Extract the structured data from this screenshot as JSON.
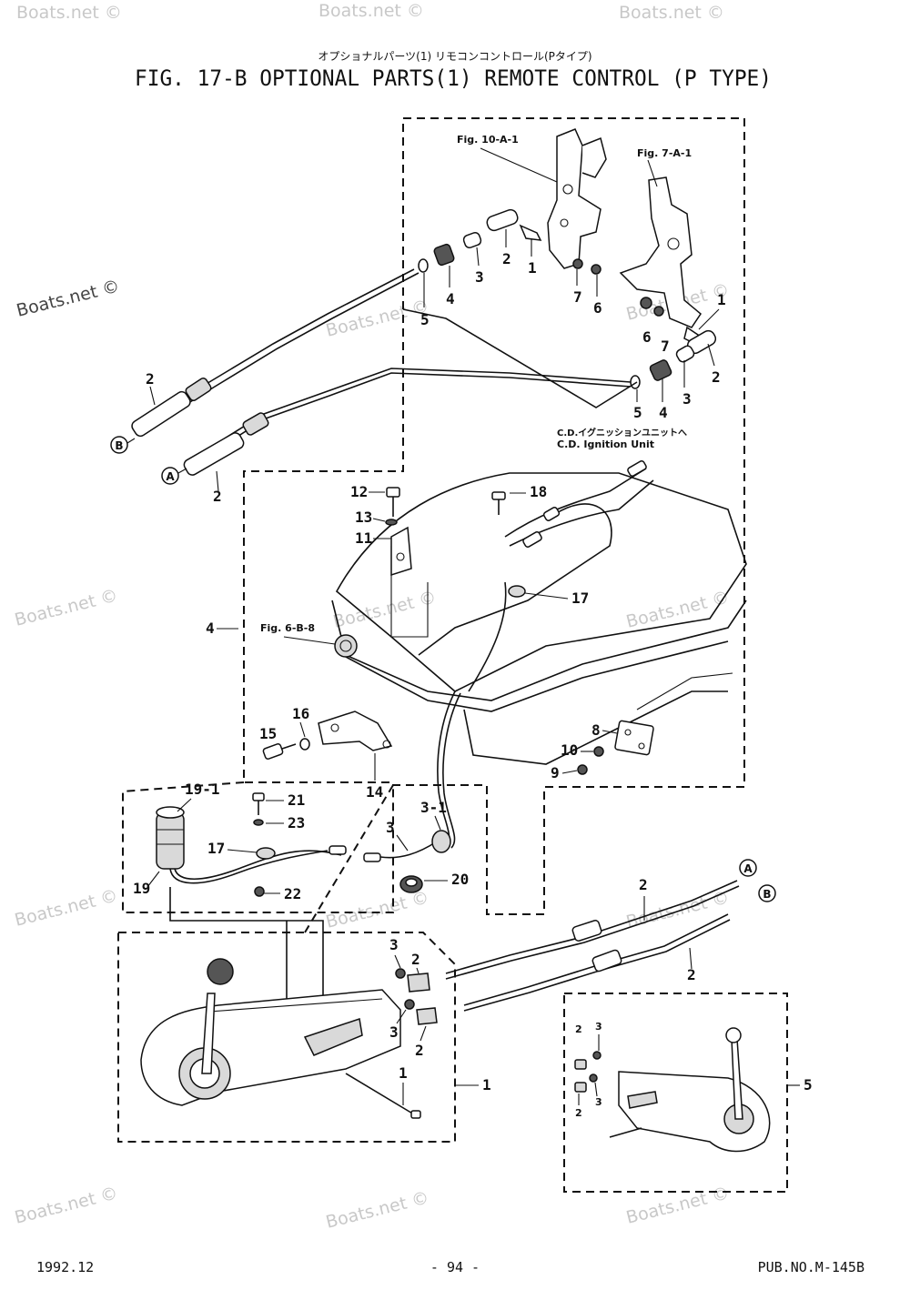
{
  "header": {
    "subtitle_jp": "オプショナルパーツ(1) リモコンコントロール(Pタイプ)",
    "title": "FIG. 17-B OPTIONAL PARTS(1) REMOTE CONTROL (P TYPE)"
  },
  "references": {
    "fig_10a1": "Fig. 10-A-1",
    "fig_7a1": "Fig. 7-A-1",
    "fig_6b8": "Fig. 6-B-8",
    "cd_ignition_jp": "C.D.イグニッションユニットへ",
    "cd_ignition_en": "C.D. Ignition Unit"
  },
  "callouts": {
    "a": "A",
    "b": "B"
  },
  "watermark": "Boats.net ©",
  "part_labels": {
    "p1": "1",
    "p2": "2",
    "p3": "3",
    "p4": "4",
    "p5": "5",
    "p6": "6",
    "p7": "7",
    "p8": "8",
    "p9": "9",
    "p10": "10",
    "p11": "11",
    "p12": "12",
    "p13": "13",
    "p14": "14",
    "p15": "15",
    "p16": "16",
    "p17": "17",
    "p18": "18",
    "p19": "19",
    "p19_1": "19-1",
    "p20": "20",
    "p21": "21",
    "p22": "22",
    "p23": "23",
    "p3_1": "3-1"
  },
  "footer": {
    "date": "1992.12",
    "page": "- 94 -",
    "pub_no": "PUB.NO.M-145B"
  }
}
